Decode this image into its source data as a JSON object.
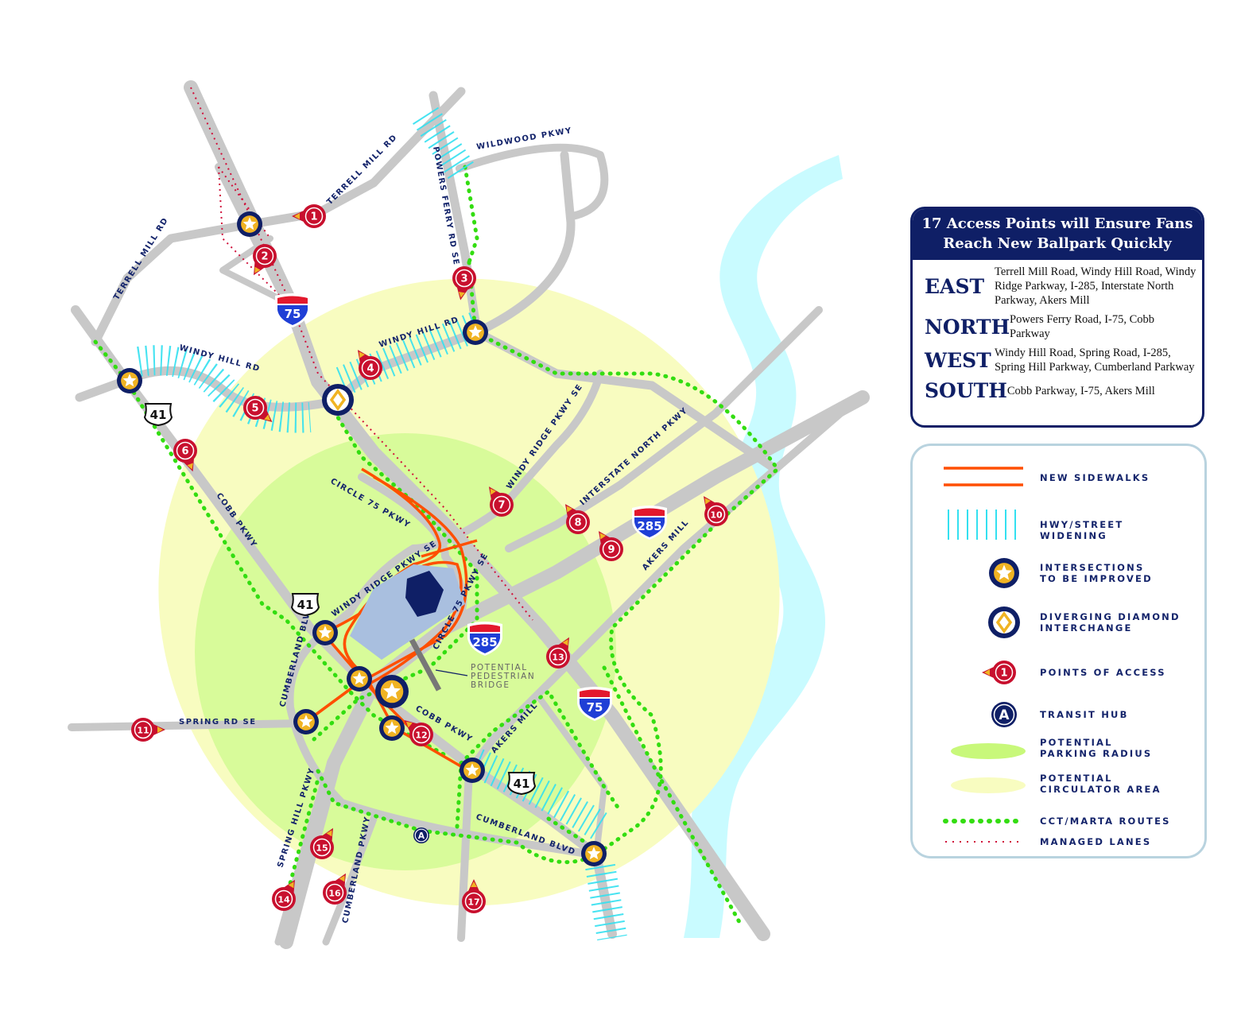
{
  "colors": {
    "navy": "#0f1f66",
    "access_red": "#c8102e",
    "star_gold": "#f0b323",
    "sidewalk": "#ff4f00",
    "widening": "#33e0f0",
    "route_green": "#33dd11",
    "managed_lane": "#d0103a",
    "parking_radius": "#d8fb9a",
    "circulator": "#f8fcc0",
    "road": "#c8c8c8",
    "river": "#c9fbff"
  },
  "info_box": {
    "title": "17 Access Points will Ensure Fans Reach New Ballpark Quickly",
    "rows": [
      {
        "dir": "EAST",
        "desc": "Terrell Mill Road, Windy Hill Road, Windy Ridge Parkway, I-285, Interstate North Parkway, Akers Mill"
      },
      {
        "dir": "NORTH",
        "desc": "Powers Ferry Road, I-75, Cobb Parkway"
      },
      {
        "dir": "WEST",
        "desc": "Windy Hill Road, Spring Road, I-285, Spring Hill Parkway, Cumberland Parkway"
      },
      {
        "dir": "SOUTH",
        "desc": "Cobb Parkway, I-75, Akers Mill"
      }
    ]
  },
  "legend": [
    {
      "icon": "sidewalk-lines",
      "label": "NEW SIDEWALKS"
    },
    {
      "icon": "widening-hatch",
      "label": "HWY/STREET\nWIDENING"
    },
    {
      "icon": "star-intersection",
      "label": "INTERSECTIONS\nTO BE IMPROVED"
    },
    {
      "icon": "diamond-interchange",
      "label": "DIVERGING DIAMOND\nINTERCHANGE"
    },
    {
      "icon": "access-pin",
      "label": "POINTS OF ACCESS",
      "pin_number": "1"
    },
    {
      "icon": "transit-hub",
      "label": "TRANSIT HUB",
      "hub_letter": "A"
    },
    {
      "icon": "parking-ellipse",
      "label": "POTENTIAL\nPARKING RADIUS"
    },
    {
      "icon": "circulator-ellipse",
      "label": "POTENTIAL\nCIRCULATOR AREA"
    },
    {
      "icon": "green-dots",
      "label": "CCT/MARTA ROUTES"
    },
    {
      "icon": "red-dots",
      "label": "MANAGED LANES"
    }
  ],
  "map": {
    "road_labels": {
      "terrell_mill_ne": "TERRELL MILL RD",
      "terrell_mill_w": "TERRELL MILL RD",
      "wildwood": "WILDWOOD PKWY",
      "powers_ferry": "POWERS FERRY RD SE",
      "windy_hill_w": "WINDY HILL RD",
      "windy_hill_e": "WINDY HILL RD",
      "windy_ridge_ne": "WINDY RIDGE PKWY SE",
      "interstate_north": "INTERSTATE NORTH PKWY",
      "circle75_n": "CIRCLE 75 PKWY",
      "windy_ridge_sw": "WINDY RIDGE PKWY SE",
      "circle75_e": "CIRCLE 75 PKWY SE",
      "cobb_pkwy_n": "COBB PKWY",
      "akers_mill_ne": "AKERS MILL",
      "cumberland_blvd_w": "CUMBERLAND BLVD",
      "spring_rd": "SPRING RD SE",
      "cobb_pkwy_s": "COBB PKWY",
      "akers_mill_s": "AKERS MILL",
      "cumberland_blvd_s": "CUMBERLAND BLVD",
      "spring_hill": "SPRING HILL PKWY",
      "cumberland_pkwy": "CUMBERLAND PKWY"
    },
    "bridge_label": "POTENTIAL\nPEDESTRIAN\nBRIDGE",
    "interstate_shields": [
      "75",
      "75",
      "285",
      "285"
    ],
    "us_shields": [
      "41",
      "41",
      "41"
    ],
    "access_points": [
      "1",
      "2",
      "3",
      "4",
      "5",
      "6",
      "7",
      "8",
      "9",
      "10",
      "11",
      "12",
      "13",
      "14",
      "15",
      "16",
      "17"
    ],
    "transit_hub": "A"
  }
}
